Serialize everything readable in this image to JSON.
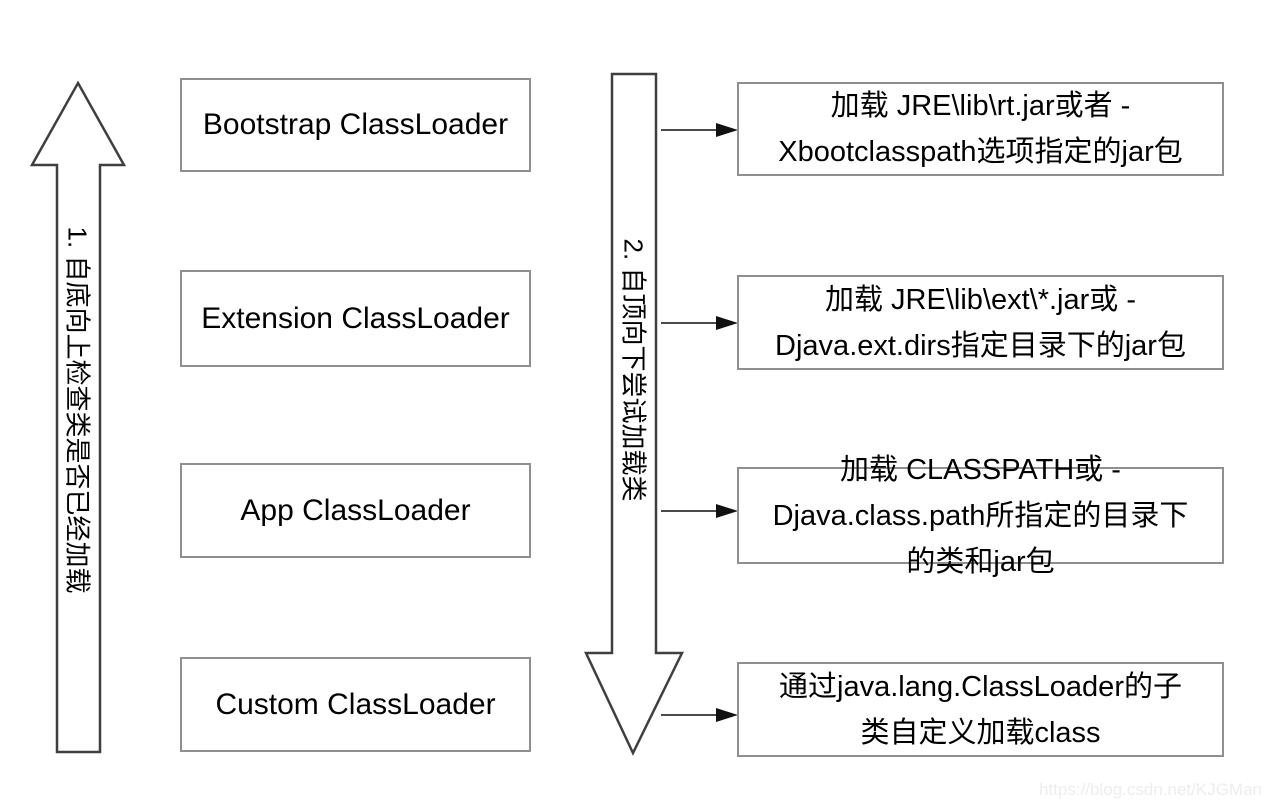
{
  "up_arrow": {
    "label": "1. 自底向上检查类是否已经加载",
    "direction": "up"
  },
  "down_arrow": {
    "label": "2. 自顶向下尝试加载类",
    "direction": "down"
  },
  "loaders": [
    {
      "name": "Bootstrap ClassLoader",
      "lines": [
        "加载 JRE\\lib\\rt.jar或者 -",
        "Xbootclasspath选项指定的jar包"
      ]
    },
    {
      "name": "Extension ClassLoader",
      "lines": [
        "加载 JRE\\lib\\ext\\*.jar或 -",
        "Djava.ext.dirs指定目录下的jar包"
      ]
    },
    {
      "name": "App ClassLoader",
      "lines": [
        "加载 CLASSPATH或 -",
        "Djava.class.path所指定的目录下",
        "的类和jar包"
      ]
    },
    {
      "name": "Custom ClassLoader",
      "lines": [
        "通过java.lang.ClassLoader的子",
        "类自定义加载class"
      ]
    }
  ],
  "watermark": "https://blog.csdn.net/KJGMan",
  "colors": {
    "background": "#ffffff",
    "box_border": "#8f8f8f",
    "arrow_outline": "#3f3f3f",
    "connector": "#4a4a4a",
    "arrowhead_fill": "#111111",
    "text": "#000000",
    "watermark": "#ededed"
  }
}
